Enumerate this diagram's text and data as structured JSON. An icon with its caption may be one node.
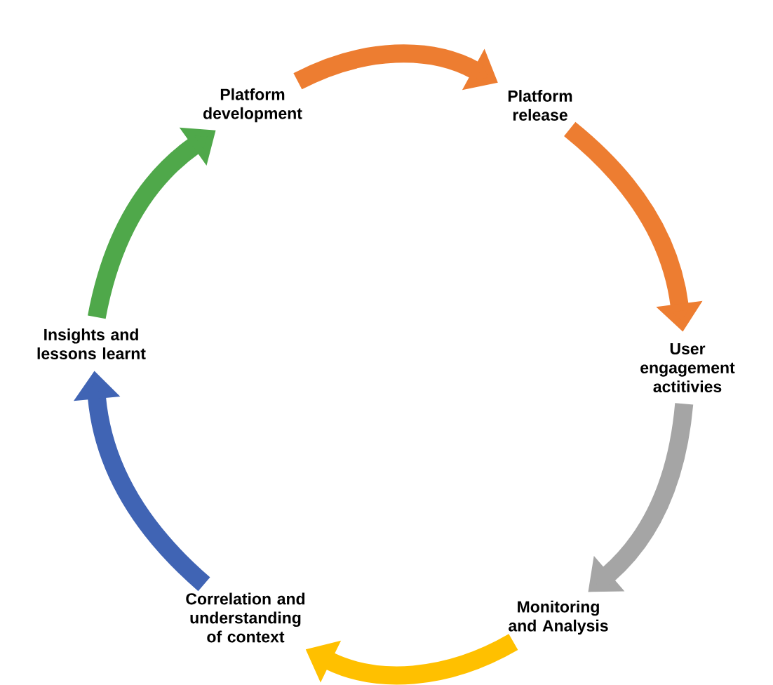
{
  "diagram": {
    "nodes": [
      {
        "text": [
          "Platform development"
        ]
      },
      {
        "text": [
          "Platform release"
        ]
      },
      {
        "text": [
          "User engagement actitivies"
        ]
      },
      {
        "text": [
          "Monitoring and Analysis"
        ]
      },
      {
        "text": [
          "Correlation and understanding of context"
        ]
      },
      {
        "text": [
          "Insights and lessons learnt"
        ]
      }
    ],
    "edges": [
      {
        "from": 0,
        "to": 1,
        "arrow": "to",
        "color": "#ed7d31"
      },
      {
        "from": 1,
        "to": 2,
        "arrow": "to",
        "color": "#ed7d31"
      },
      {
        "from": 2,
        "to": 3,
        "arrow": "to",
        "color": "#a5a5a5"
      },
      {
        "from": 3,
        "to": 4,
        "arrow": "to",
        "color": "#ffc000"
      },
      {
        "from": 4,
        "to": 5,
        "arrow": "to",
        "color": "#4064b4"
      },
      {
        "from": 5,
        "to": 0,
        "arrow": "to",
        "color": "#4fa84a"
      }
    ]
  }
}
